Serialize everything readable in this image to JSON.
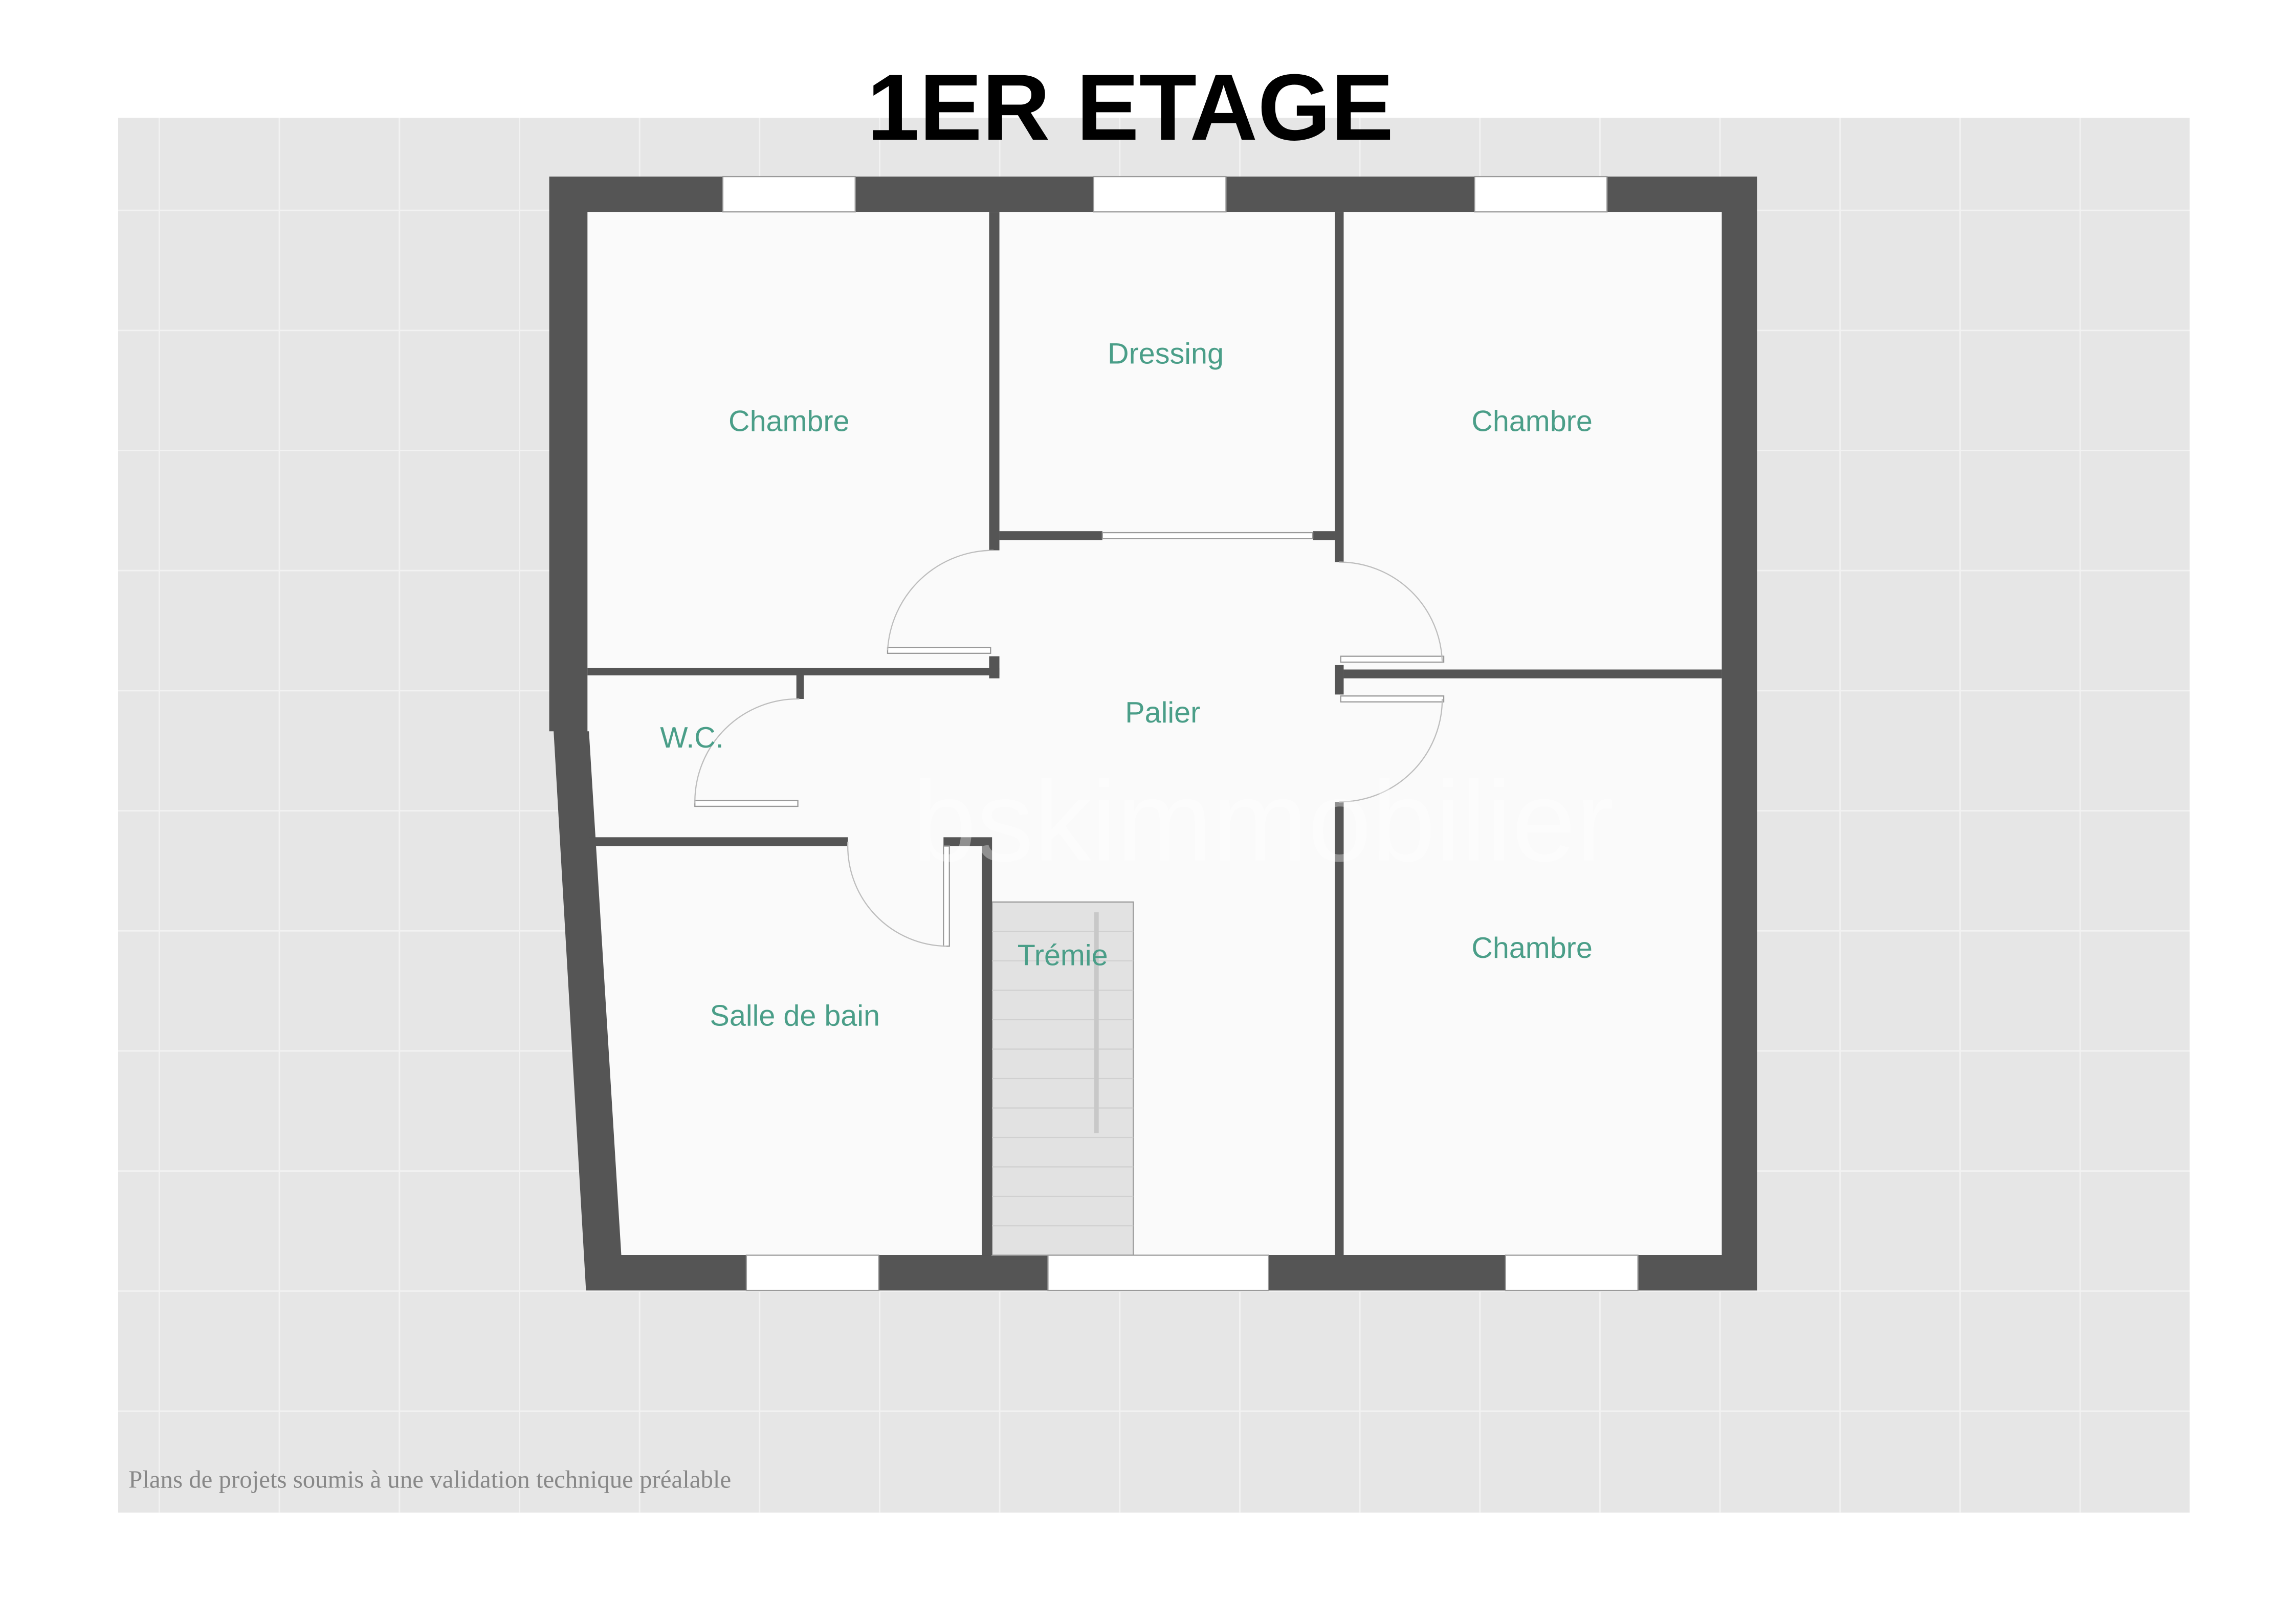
{
  "title": "1ER ETAGE",
  "rooms": {
    "chambre_top_left": "Chambre",
    "dressing": "Dressing",
    "chambre_top_right": "Chambre",
    "palier": "Palier",
    "wc": "W.C.",
    "salle_de_bain": "Salle de bain",
    "tremie": "Trémie",
    "chambre_bottom_right": "Chambre"
  },
  "watermark": "bskimmobilier",
  "footer_note": "Plans de projets soumis à une validation technique préalable",
  "colors": {
    "wall": "#555555",
    "room_label": "#4a9e88",
    "background": "#e6e6e6",
    "floor": "#fafafa",
    "stair": "#e2e2e2"
  }
}
